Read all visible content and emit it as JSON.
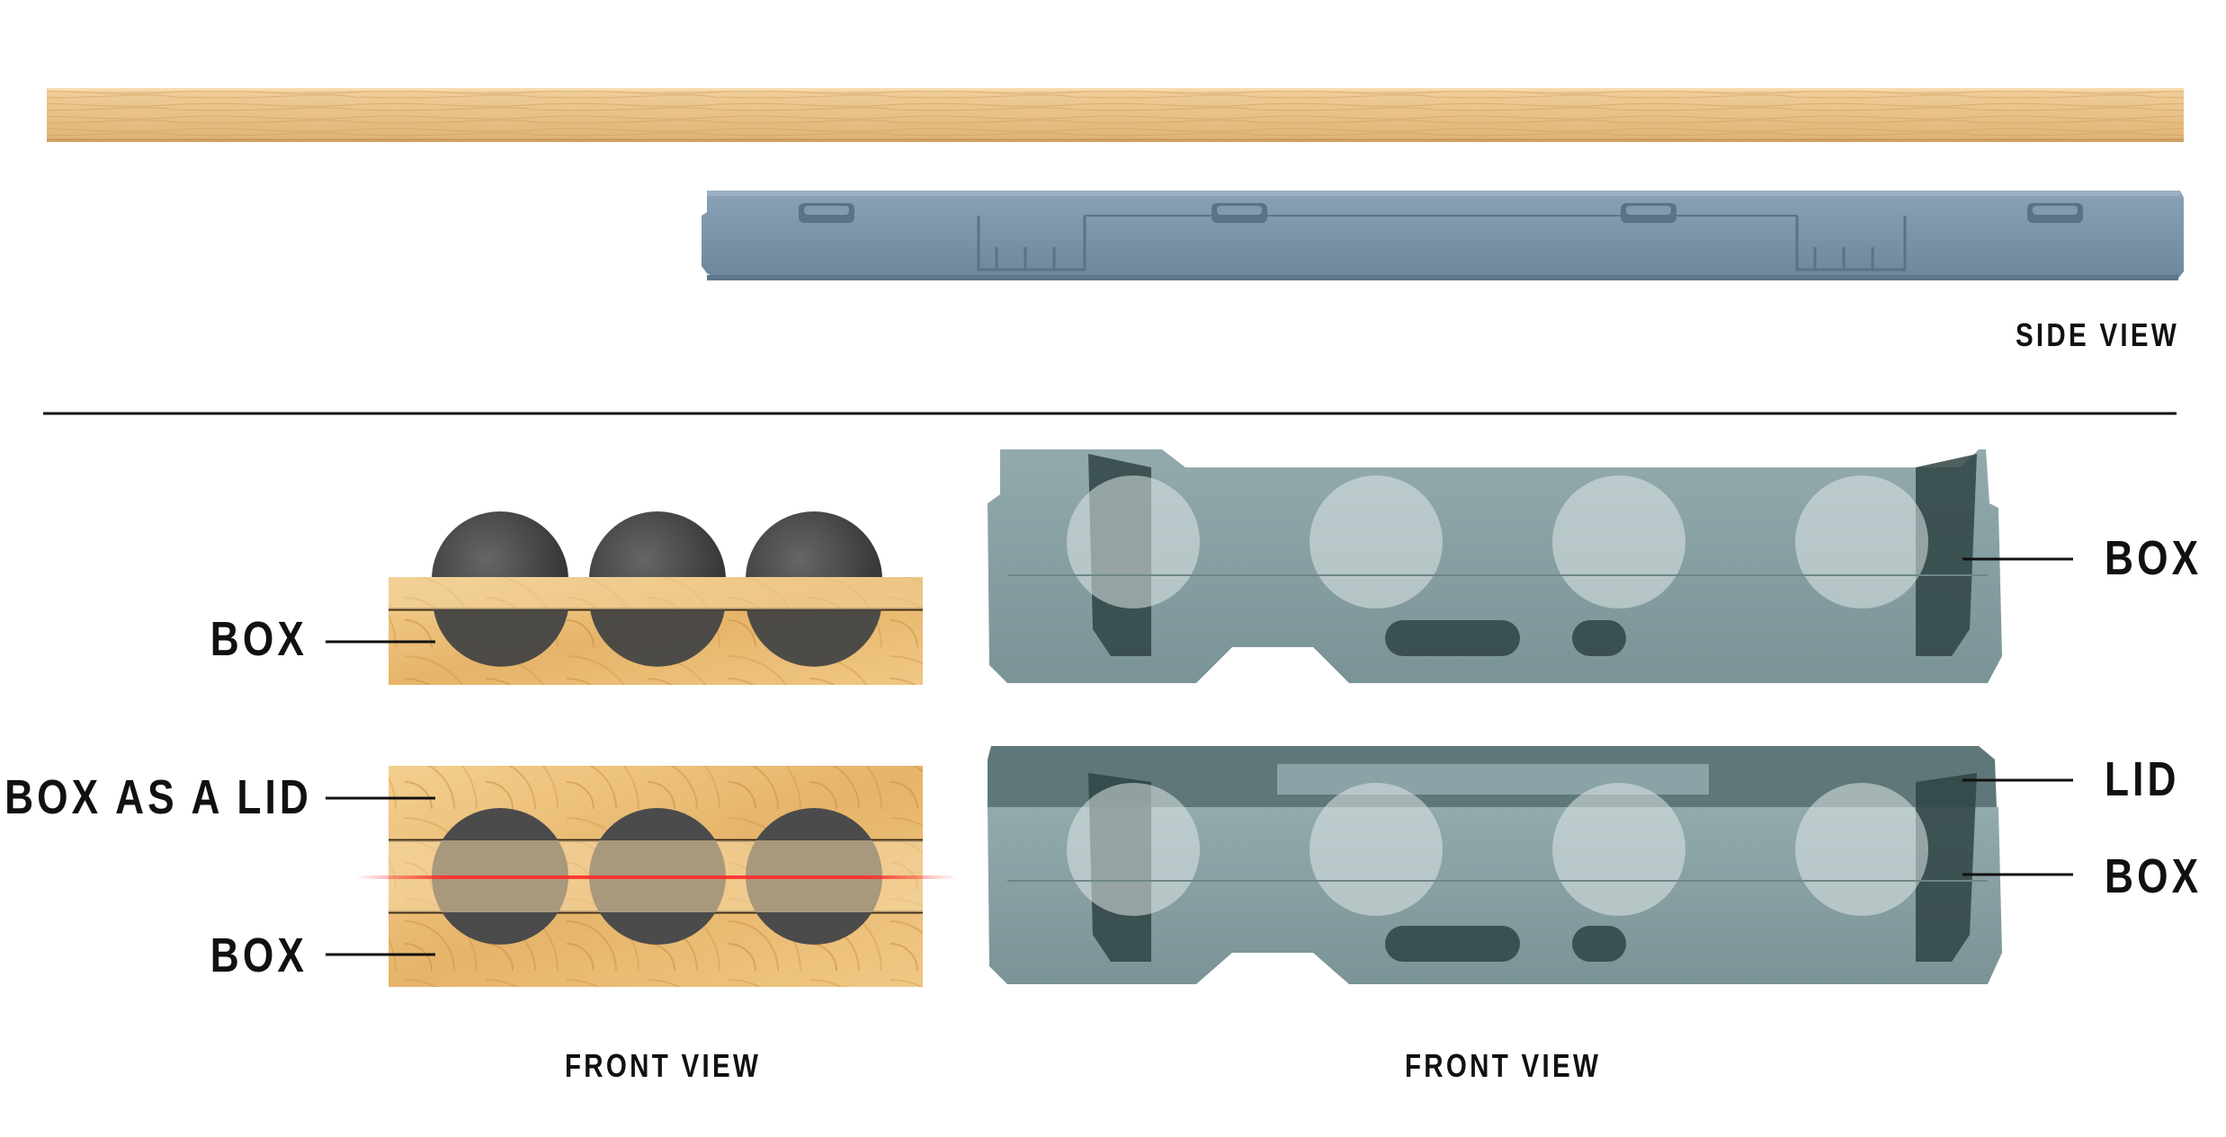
{
  "labels": {
    "side_view": "SIDE VIEW",
    "front_view_left": "FRONT VIEW",
    "front_view_right": "FRONT VIEW",
    "left_box_top": "BOX",
    "left_box_as_lid": "BOX AS A LID",
    "left_box_bottom": "BOX",
    "right_box_top": "BOX",
    "right_lid": "LID",
    "right_box_bottom": "BOX"
  },
  "colors": {
    "wood": "#e9c48d",
    "wood_dark": "#d9a55c",
    "plastic_blue": "#7790a6",
    "plastic_teal": "#869fa2",
    "plastic_dark": "#2f3f3f",
    "sponge": "#4a4a4a",
    "laser": "#ff2a2a",
    "divider": "#111111"
  },
  "icons": [
    "sponge-roll-icon"
  ]
}
